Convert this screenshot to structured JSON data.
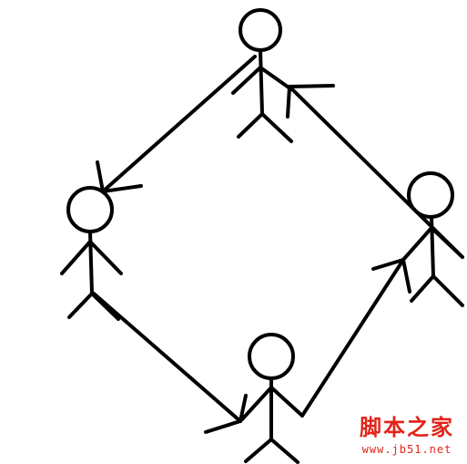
{
  "diagram": {
    "figures": [
      {
        "id": "top"
      },
      {
        "id": "left"
      },
      {
        "id": "bottom"
      },
      {
        "id": "right"
      }
    ],
    "cycle": [
      "top",
      "left",
      "bottom",
      "right",
      "top"
    ],
    "stroke_color": "#000000",
    "background": "#ffffff"
  },
  "watermark": {
    "site_name": "脚本之家",
    "url": "www.jb51.net",
    "color": "#e2231a"
  }
}
